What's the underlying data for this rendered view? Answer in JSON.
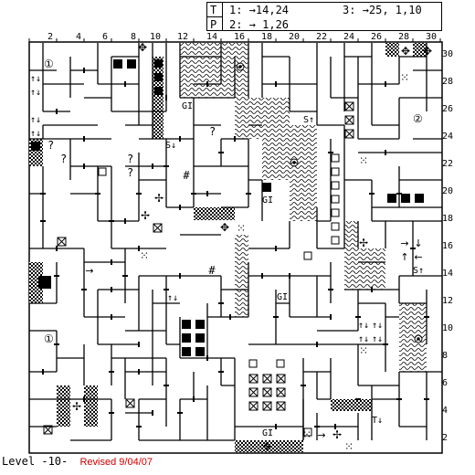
{
  "legend": {
    "t_label": "T",
    "p_label": "P",
    "line1": "1: →14,24",
    "line1b": "3: →25, 1,10",
    "line2": "2: → 1,26"
  },
  "axis": {
    "top": [
      "2",
      "4",
      "6",
      "8",
      "10",
      "12",
      "14",
      "16",
      "18",
      "20",
      "22",
      "24",
      "26",
      "28",
      "30"
    ],
    "right": [
      "30",
      "28",
      "26",
      "24",
      "22",
      "20",
      "18",
      "16",
      "14",
      "12",
      "10",
      "8",
      "6",
      "4",
      "2"
    ]
  },
  "labels": {
    "gi": "GI",
    "question": "?",
    "updown": "↑↓",
    "down_t": "T↓",
    "s_down": "S↓",
    "s_up": "S↑",
    "circle_1": "①",
    "circle_2": "②"
  },
  "footer": {
    "level": "Level -10-",
    "revised": "Revised 9/04/07"
  },
  "colors": {
    "line": "#000000",
    "revised": "#cc0000"
  }
}
